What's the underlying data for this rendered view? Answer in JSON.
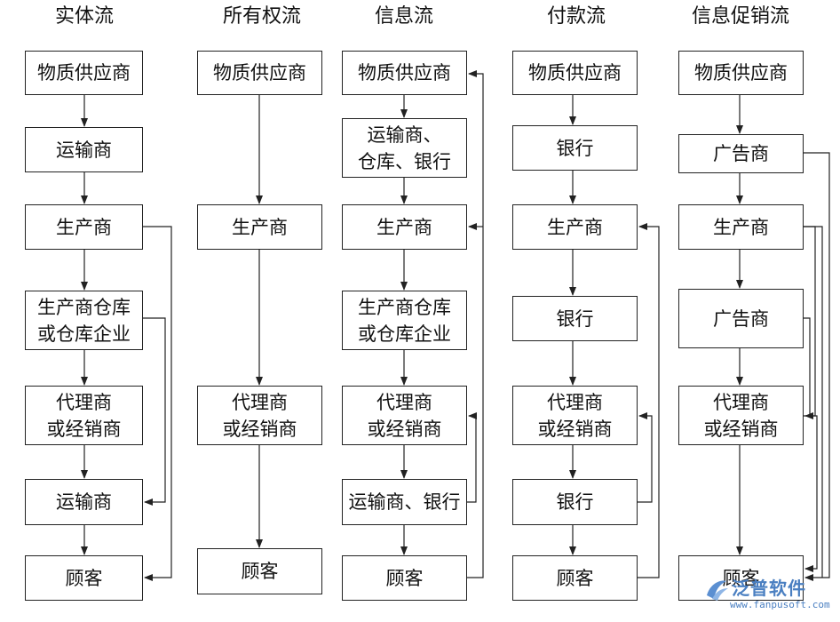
{
  "columns": [
    {
      "title": "实体流",
      "nodes": [
        "物质供应商",
        "运输商",
        "生产商",
        "生产商仓库\n或仓库企业",
        "代理商\n或经销商",
        "运输商",
        "顾客"
      ]
    },
    {
      "title": "所有权流",
      "nodes": [
        "物质供应商",
        "生产商",
        "代理商\n或经销商",
        "顾客"
      ]
    },
    {
      "title": "信息流",
      "nodes": [
        "物质供应商",
        "运输商、\n仓库、银行",
        "生产商",
        "生产商仓库\n或仓库企业",
        "代理商\n或经销商",
        "运输商、银行",
        "顾客"
      ]
    },
    {
      "title": "付款流",
      "nodes": [
        "物质供应商",
        "银行",
        "生产商",
        "银行",
        "代理商\n或经销商",
        "银行",
        "顾客"
      ]
    },
    {
      "title": "信息促销流",
      "nodes": [
        "物质供应商",
        "广告商",
        "生产商",
        "广告商",
        "代理商\n或经销商",
        "顾客"
      ]
    }
  ],
  "watermark": {
    "name": "泛普软件",
    "url": "www.fanpusoft.com"
  }
}
